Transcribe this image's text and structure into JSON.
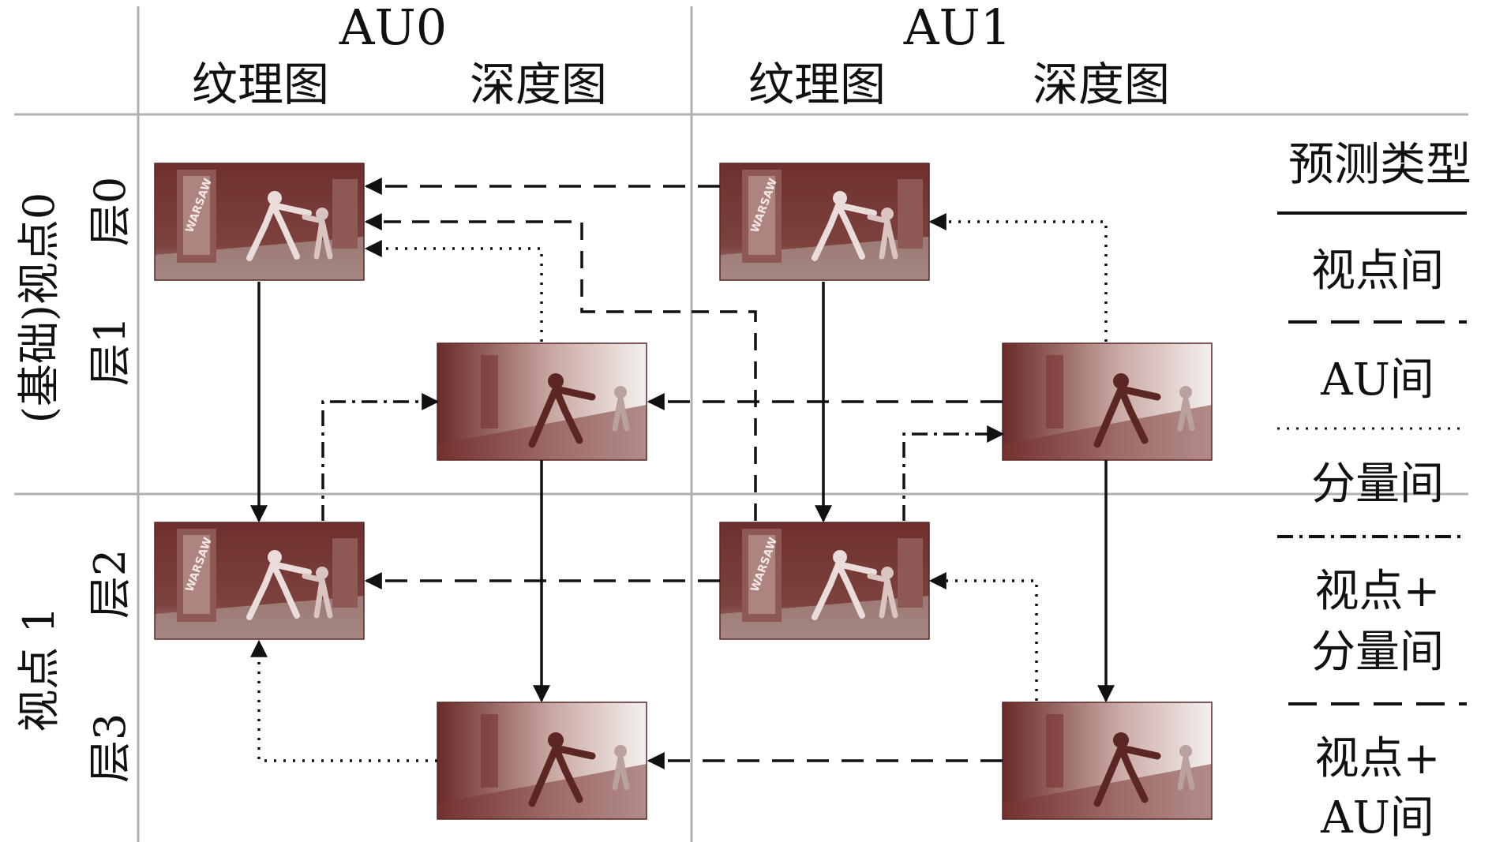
{
  "header": {
    "au0": {
      "title": "AU0",
      "texture": "纹理图",
      "depth": "深度图"
    },
    "au1": {
      "title": "AU1",
      "texture": "纹理图",
      "depth": "深度图"
    }
  },
  "rows": {
    "view0": {
      "label": "(基础)视点0",
      "layer0": "层0",
      "layer1": "层1"
    },
    "view1": {
      "label": "视点 1",
      "layer2": "层2",
      "layer3": "层3"
    }
  },
  "legend": {
    "title": "预测类型",
    "items": [
      {
        "style": "solid",
        "lines": [
          "视点间"
        ]
      },
      {
        "style": "dashed",
        "lines": [
          "AU间"
        ]
      },
      {
        "style": "dotted",
        "lines": [
          "分量间"
        ]
      },
      {
        "style": "dashdot",
        "lines": [
          "视点+",
          "分量间"
        ]
      },
      {
        "style": "longdash",
        "lines": [
          "视点+",
          "AU间"
        ]
      }
    ]
  },
  "colors": {
    "grid": "#b0b0b0",
    "arrow": "#111111",
    "texture_tint": "#7a3b38",
    "depth_dark": "#6a2a28",
    "depth_light": "#f4f0ee"
  },
  "thumbnails": [
    {
      "id": "au0-texture-layer0",
      "kind": "texture",
      "overlay": "WARSAW"
    },
    {
      "id": "au1-texture-layer0",
      "kind": "texture",
      "overlay": "WARSAW"
    },
    {
      "id": "au0-depth-layer1",
      "kind": "depth"
    },
    {
      "id": "au1-depth-layer1",
      "kind": "depth"
    },
    {
      "id": "au0-texture-layer2",
      "kind": "texture",
      "overlay": "WARSAW"
    },
    {
      "id": "au1-texture-layer2",
      "kind": "texture",
      "overlay": "WARSAW"
    },
    {
      "id": "au0-depth-layer3",
      "kind": "depth"
    },
    {
      "id": "au1-depth-layer3",
      "kind": "depth"
    }
  ]
}
